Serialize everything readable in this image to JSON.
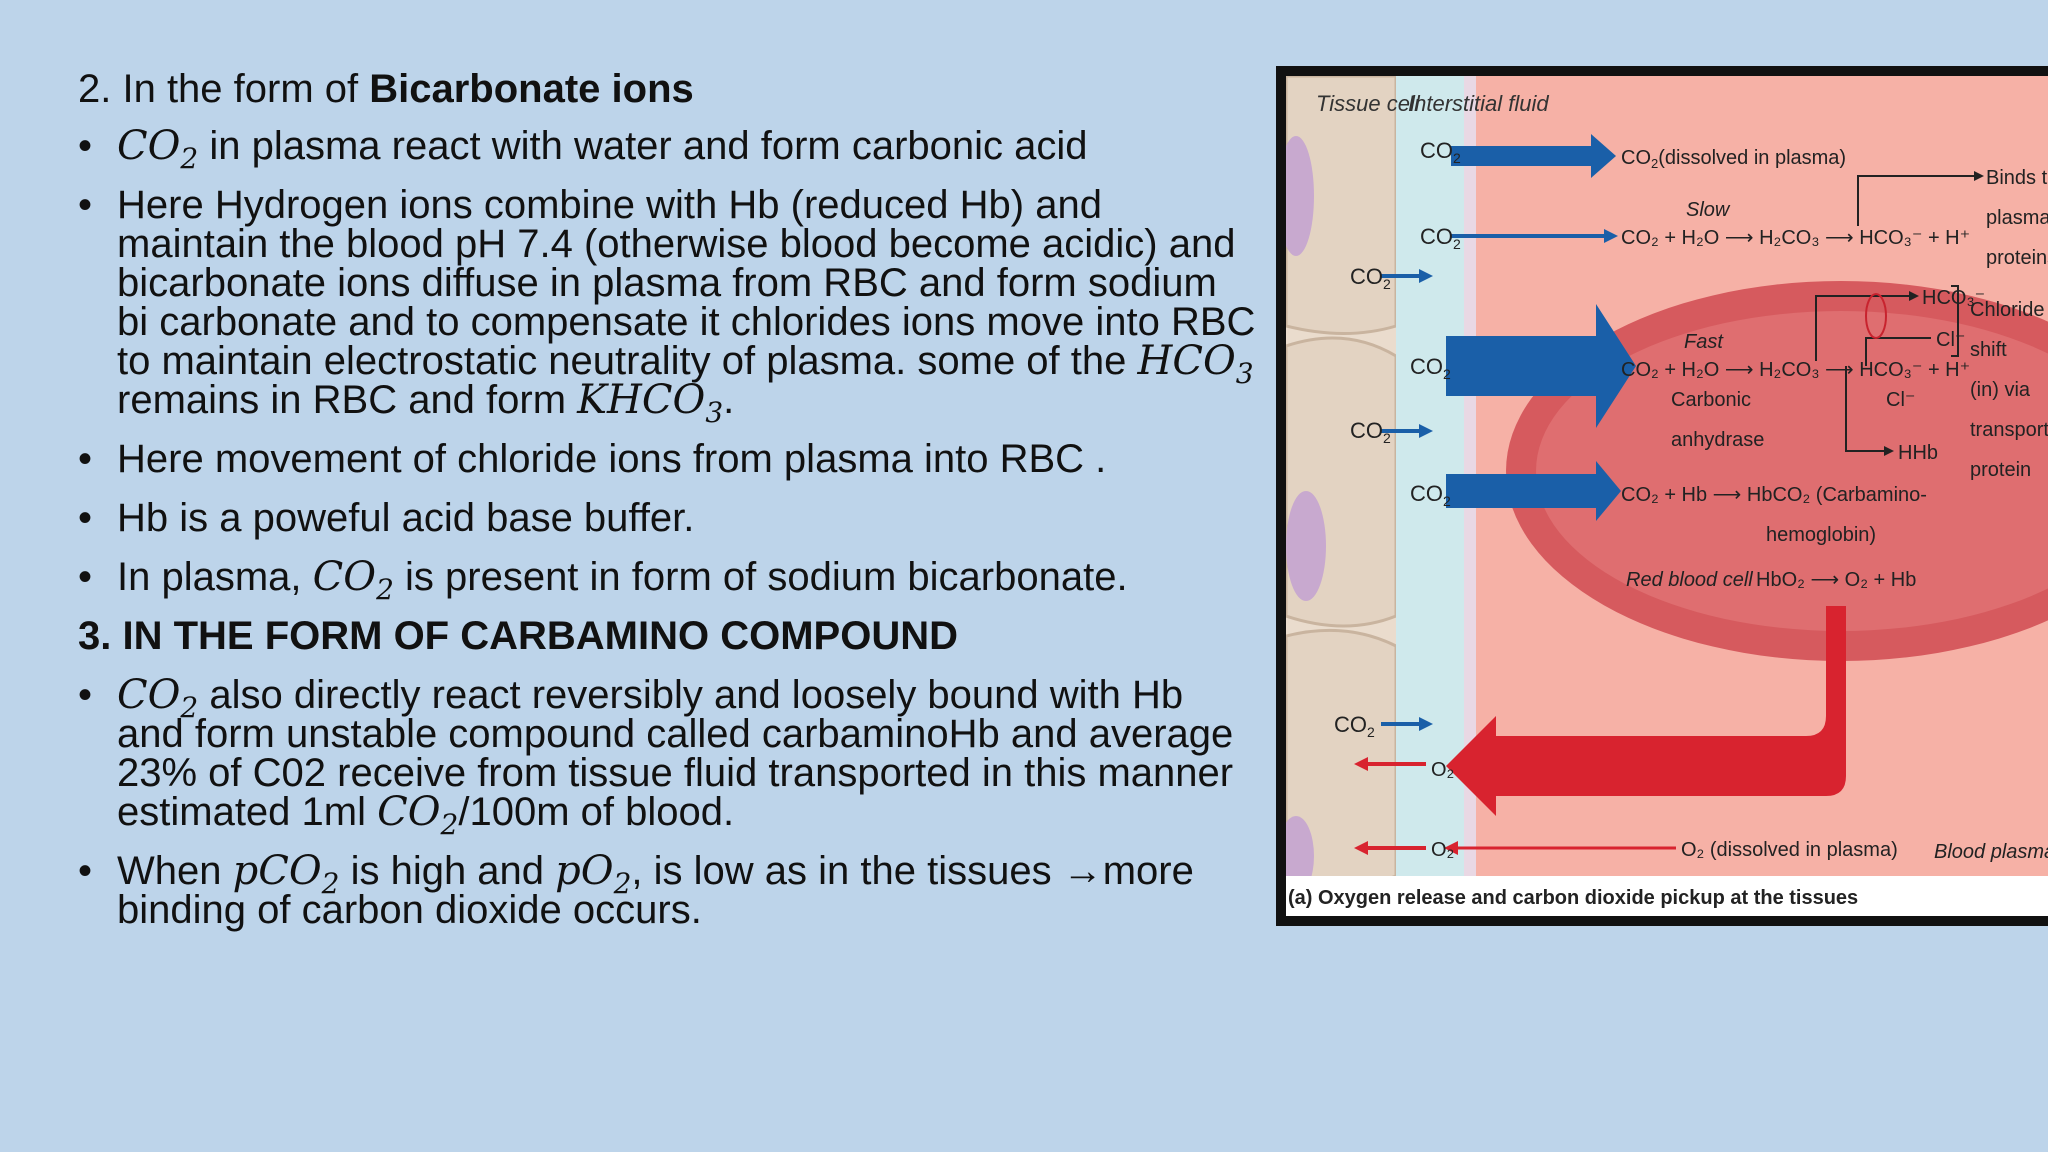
{
  "slide": {
    "heading_prefix": "2. In the form of ",
    "heading_bold": "Bicarbonate ions",
    "bullets_part1": [
      {
        "math": "CO",
        "sub": "2",
        "text": " in plasma react with water and form carbonic acid"
      },
      {
        "text1": "Here Hydrogen ions combine with Hb (reduced Hb) and maintain the blood pH 7.4 (otherwise blood become acidic) and bicarbonate ions diffuse in plasma from RBC and form sodium bi carbonate and to compensate it chlorides ions move into RBC to maintain electrostatic neutrality of plasma. some of the ",
        "math1": "HCO",
        "sub1": "3",
        "text2": " remains in RBC and form ",
        "math2": "KHCO",
        "sub2": "3",
        "text3": "."
      },
      {
        "text": "Here movement of chloride ions from plasma into RBC ."
      },
      {
        "text": "Hb is a poweful acid base buffer."
      },
      {
        "text1": "In plasma, ",
        "math": "CO",
        "sub": "2",
        "text2": " is present in form of sodium bicarbonate."
      }
    ],
    "section3_title": "3. IN THE FORM OF CARBAMINO COMPOUND",
    "bullets_part2": [
      {
        "math1": "CO",
        "sub1": "2",
        "text1": " also directly react reversibly and loosely bound with Hb and form unstable compound called carbaminoHb and average 23% of C02 receive from tissue fluid transported in this manner estimated 1ml ",
        "math2": "CO",
        "sub2": "2",
        "text2": "/100m of blood."
      },
      {
        "text1": "When ",
        "math1": "pCO",
        "sub1": "2",
        "text2": " is high and ",
        "math2": "pO",
        "sub2": "2",
        "text3": ", is low as in the tissues ",
        "arrow": "→",
        "text4": "more binding of carbon dioxide occurs."
      }
    ]
  },
  "figure": {
    "label_tissue_cell": "Tissue cell",
    "label_interstitial": "Interstitial fluid",
    "co2": "CO",
    "co2_sub": "2",
    "dissolved_plasma": "(dissolved in plasma)",
    "slow": "Slow",
    "fast": "Fast",
    "eq_slow": "CO₂ + H₂O ⟶ H₂CO₃ ⟶ HCO₃⁻ + H⁺",
    "eq_fast": "CO₂ + H₂O ⟶ H₂CO₃ ⟶ HCO₃⁻ + H⁺",
    "carbonic": "Carbonic",
    "anhydrase": "anhydrase",
    "eq_carbamino": "CO₂ + Hb ⟶ HbCO₂ (Carbamino-",
    "hemoglobin": "hemoglobin)",
    "red_blood_cell": "Red blood cell",
    "eq_hbo2": "HbO₂ ⟶ O₂ + Hb",
    "hco3_out": "HCO₃⁻",
    "cl": "Cl⁻",
    "hhb": "HHb",
    "binds_to": [
      "Binds to",
      "plasma",
      "proteins"
    ],
    "chloride_shift": [
      "Chloride",
      "shift",
      "(in) via",
      "transport",
      "protein"
    ],
    "o2": "O₂",
    "o2_dissolved": "O₂ (dissolved in plasma)",
    "blood_plasma": "Blood plasma",
    "caption": "(a) Oxygen release and carbon dioxide pickup at the tissues",
    "colors": {
      "plasma": "#f4a79d",
      "rbc": "#d65a5e",
      "blue_arrow": "#1a5fa8",
      "red_arrow": "#d8232f"
    }
  }
}
